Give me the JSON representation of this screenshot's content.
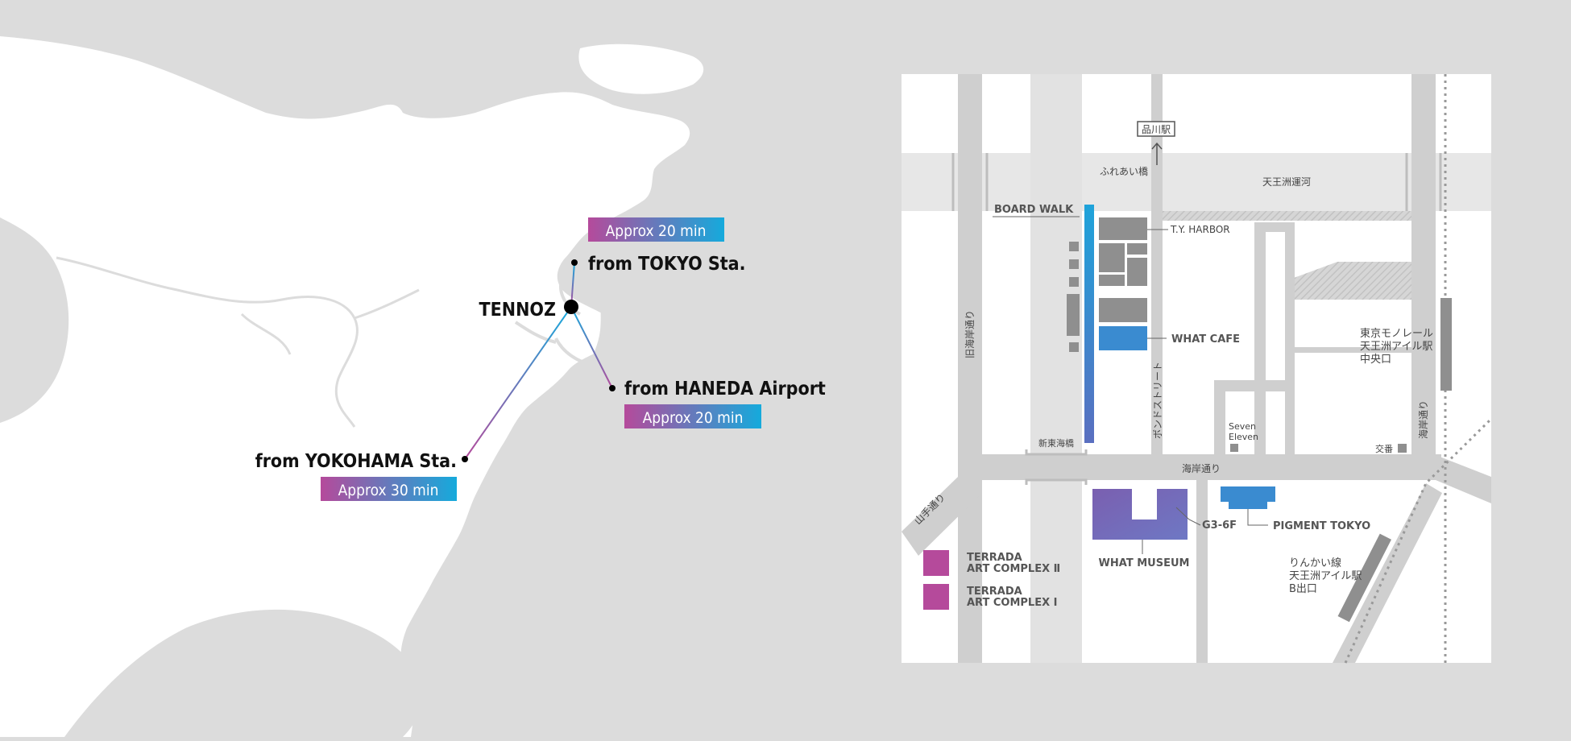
{
  "overview": {
    "hub": "TENNOZ",
    "routes": [
      {
        "id": "tokyo",
        "origin": "from TOKYO Sta.",
        "time": "Approx 20 min"
      },
      {
        "id": "haneda",
        "origin": "from HANEDA Airport",
        "time": "Approx 20 min"
      },
      {
        "id": "yokohama",
        "origin": "from YOKOHAMA Sta.",
        "time": "Approx 30 min"
      }
    ]
  },
  "detail": {
    "shinagawa": "品川駅",
    "fureai": "ふれあい橋",
    "canal": "天王洲運河",
    "boardwalk": "BOARD WALK",
    "ty_harbor": "T.Y. HARBOR",
    "what_cafe": "WHAT CAFE",
    "old_kaigan_l1": "旧",
    "old_kaigan": "旧海岸通り",
    "bond_street": "ボンドストリート",
    "monorail_1": "東京モノレール",
    "monorail_2": "天王洲アイル駅",
    "monorail_3": "中央口",
    "seven_1": "Seven",
    "seven_2": "Eleven",
    "koban": "交番",
    "kaigan_right": "海岸通り",
    "shin_higashi": "新東海橋",
    "kaigan_road": "海岸通り",
    "yamate": "山手通り",
    "g3": "G3-6F",
    "pigment": "PIGMENT TOKYO",
    "what_museum": "WHAT MUSEUM",
    "terrada2_1": "TERRADA",
    "terrada2_2": "ART COMPLEX Ⅱ",
    "terrada1_1": "TERRADA",
    "terrada1_2": "ART COMPLEX Ⅰ",
    "rinkai_1": "りんかい線",
    "rinkai_2": "天王洲アイル駅",
    "rinkai_3": "B出口"
  },
  "colors": {
    "background": "#dcdcdc",
    "land": "#ffffff",
    "road": "#cfcfcf",
    "building": "#8f8f8f",
    "accent_blue": "#3a8bd0",
    "accent_purple": "#b54a9b",
    "accent_cyan": "#1aa7d6",
    "museum": "#7b6bb8"
  }
}
